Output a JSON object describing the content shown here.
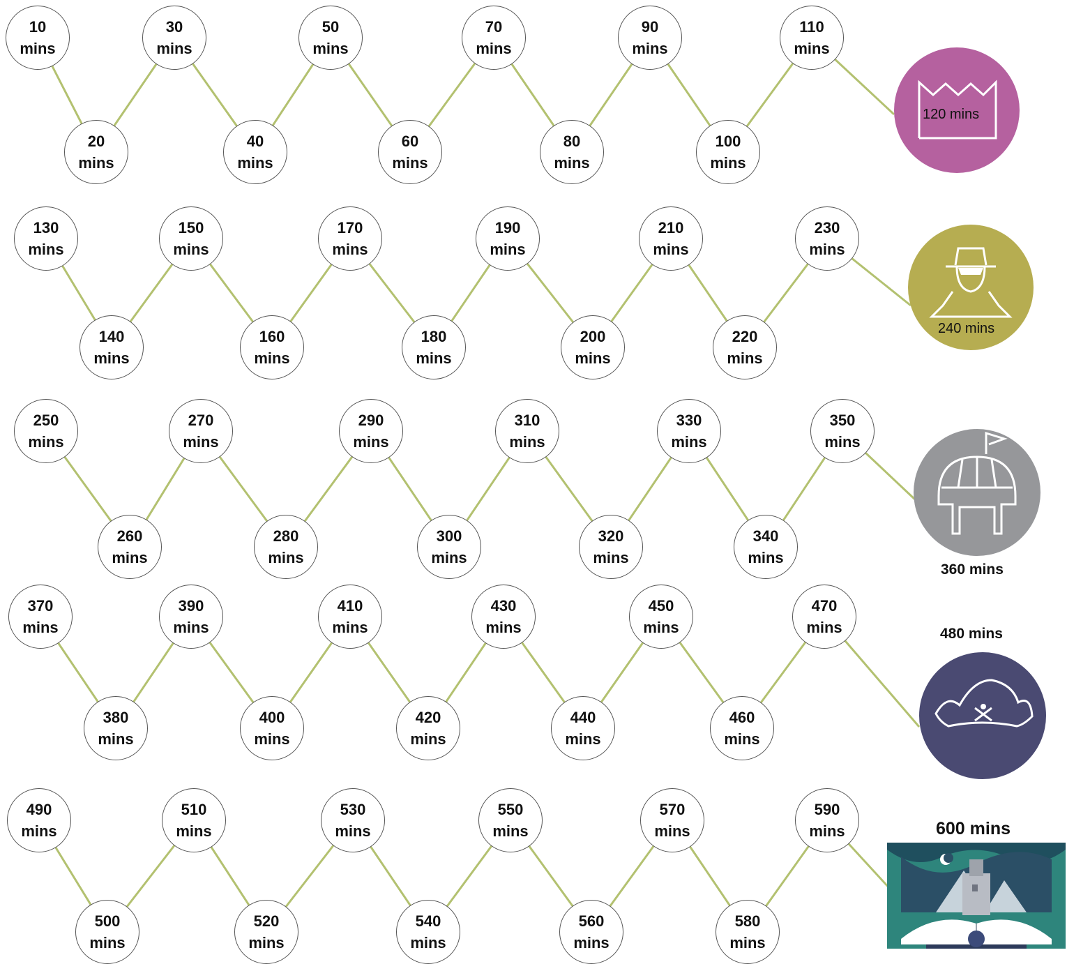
{
  "rows": [
    {
      "nodes": [
        {
          "num": "10",
          "unit": "mins"
        },
        {
          "num": "20",
          "unit": "mins"
        },
        {
          "num": "30",
          "unit": "mins"
        },
        {
          "num": "40",
          "unit": "mins"
        },
        {
          "num": "50",
          "unit": "mins"
        },
        {
          "num": "60",
          "unit": "mins"
        },
        {
          "num": "70",
          "unit": "mins"
        },
        {
          "num": "80",
          "unit": "mins"
        },
        {
          "num": "90",
          "unit": "mins"
        },
        {
          "num": "100",
          "unit": "mins"
        },
        {
          "num": "110",
          "unit": "mins"
        }
      ],
      "reward": {
        "label": "120 mins",
        "icon": "crown-icon",
        "color": "#b5619f"
      }
    },
    {
      "nodes": [
        {
          "num": "130",
          "unit": "mins"
        },
        {
          "num": "140",
          "unit": "mins"
        },
        {
          "num": "150",
          "unit": "mins"
        },
        {
          "num": "160",
          "unit": "mins"
        },
        {
          "num": "170",
          "unit": "mins"
        },
        {
          "num": "180",
          "unit": "mins"
        },
        {
          "num": "190",
          "unit": "mins"
        },
        {
          "num": "200",
          "unit": "mins"
        },
        {
          "num": "210",
          "unit": "mins"
        },
        {
          "num": "220",
          "unit": "mins"
        },
        {
          "num": "230",
          "unit": "mins"
        }
      ],
      "reward": {
        "label": "240 mins",
        "icon": "detective-icon",
        "color": "#b6ad51"
      }
    },
    {
      "nodes": [
        {
          "num": "250",
          "unit": "mins"
        },
        {
          "num": "260",
          "unit": "mins"
        },
        {
          "num": "270",
          "unit": "mins"
        },
        {
          "num": "280",
          "unit": "mins"
        },
        {
          "num": "290",
          "unit": "mins"
        },
        {
          "num": "300",
          "unit": "mins"
        },
        {
          "num": "310",
          "unit": "mins"
        },
        {
          "num": "320",
          "unit": "mins"
        },
        {
          "num": "330",
          "unit": "mins"
        },
        {
          "num": "340",
          "unit": "mins"
        },
        {
          "num": "350",
          "unit": "mins"
        }
      ],
      "reward": {
        "label": "360 mins",
        "icon": "knight-helmet-icon",
        "color": "#96979a"
      }
    },
    {
      "nodes": [
        {
          "num": "370",
          "unit": "mins"
        },
        {
          "num": "380",
          "unit": "mins"
        },
        {
          "num": "390",
          "unit": "mins"
        },
        {
          "num": "400",
          "unit": "mins"
        },
        {
          "num": "410",
          "unit": "mins"
        },
        {
          "num": "420",
          "unit": "mins"
        },
        {
          "num": "430",
          "unit": "mins"
        },
        {
          "num": "440",
          "unit": "mins"
        },
        {
          "num": "450",
          "unit": "mins"
        },
        {
          "num": "460",
          "unit": "mins"
        },
        {
          "num": "470",
          "unit": "mins"
        }
      ],
      "reward": {
        "label": "480 mins",
        "icon": "pirate-hat-icon",
        "color": "#4a4a72"
      }
    },
    {
      "nodes": [
        {
          "num": "490",
          "unit": "mins"
        },
        {
          "num": "500",
          "unit": "mins"
        },
        {
          "num": "510",
          "unit": "mins"
        },
        {
          "num": "520",
          "unit": "mins"
        },
        {
          "num": "530",
          "unit": "mins"
        },
        {
          "num": "540",
          "unit": "mins"
        },
        {
          "num": "550",
          "unit": "mins"
        },
        {
          "num": "560",
          "unit": "mins"
        },
        {
          "num": "570",
          "unit": "mins"
        },
        {
          "num": "580",
          "unit": "mins"
        },
        {
          "num": "590",
          "unit": "mins"
        }
      ],
      "reward": {
        "label": "600 mins",
        "icon": "storybook-castle-icon",
        "color": "#2e857c"
      }
    }
  ],
  "colors": {
    "connector": "#b3c170",
    "node_border": "#555555"
  }
}
